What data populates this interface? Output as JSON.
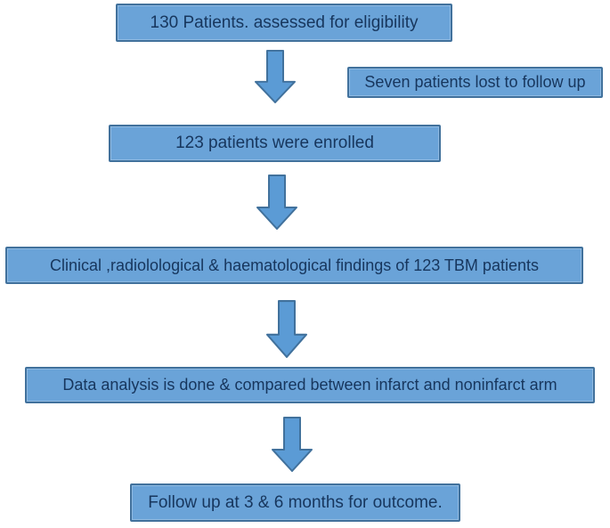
{
  "diagram": {
    "type": "flowchart",
    "description": "Patient enrollment and follow-up flow diagram",
    "colors": {
      "background": "#FFFFFF",
      "box_fill": "#6AA3D8",
      "box_border": "#41719C",
      "arrow_fill": "#5B9BD5",
      "arrow_border": "#41719C",
      "text": "#17365D"
    },
    "nodes": [
      {
        "id": "eligibility",
        "label": "130 Patients. assessed for eligibility"
      },
      {
        "id": "lost-followup",
        "label": "Seven patients lost to follow up"
      },
      {
        "id": "enrolled",
        "label": "123 patients were enrolled"
      },
      {
        "id": "findings",
        "label": "Clinical ,radiolological & haematological findings of 123 TBM patients"
      },
      {
        "id": "analysis",
        "label": "Data analysis is done & compared between infarct and noninfarct arm"
      },
      {
        "id": "outcome",
        "label": "Follow up at 3 & 6 months for outcome."
      }
    ],
    "connectors": [
      {
        "from": "eligibility",
        "to": "enrolled",
        "style": "block-arrow-down"
      },
      {
        "from": "enrolled",
        "to": "findings",
        "style": "block-arrow-down"
      },
      {
        "from": "findings",
        "to": "analysis",
        "style": "block-arrow-down"
      },
      {
        "from": "analysis",
        "to": "outcome",
        "style": "block-arrow-down"
      }
    ]
  }
}
